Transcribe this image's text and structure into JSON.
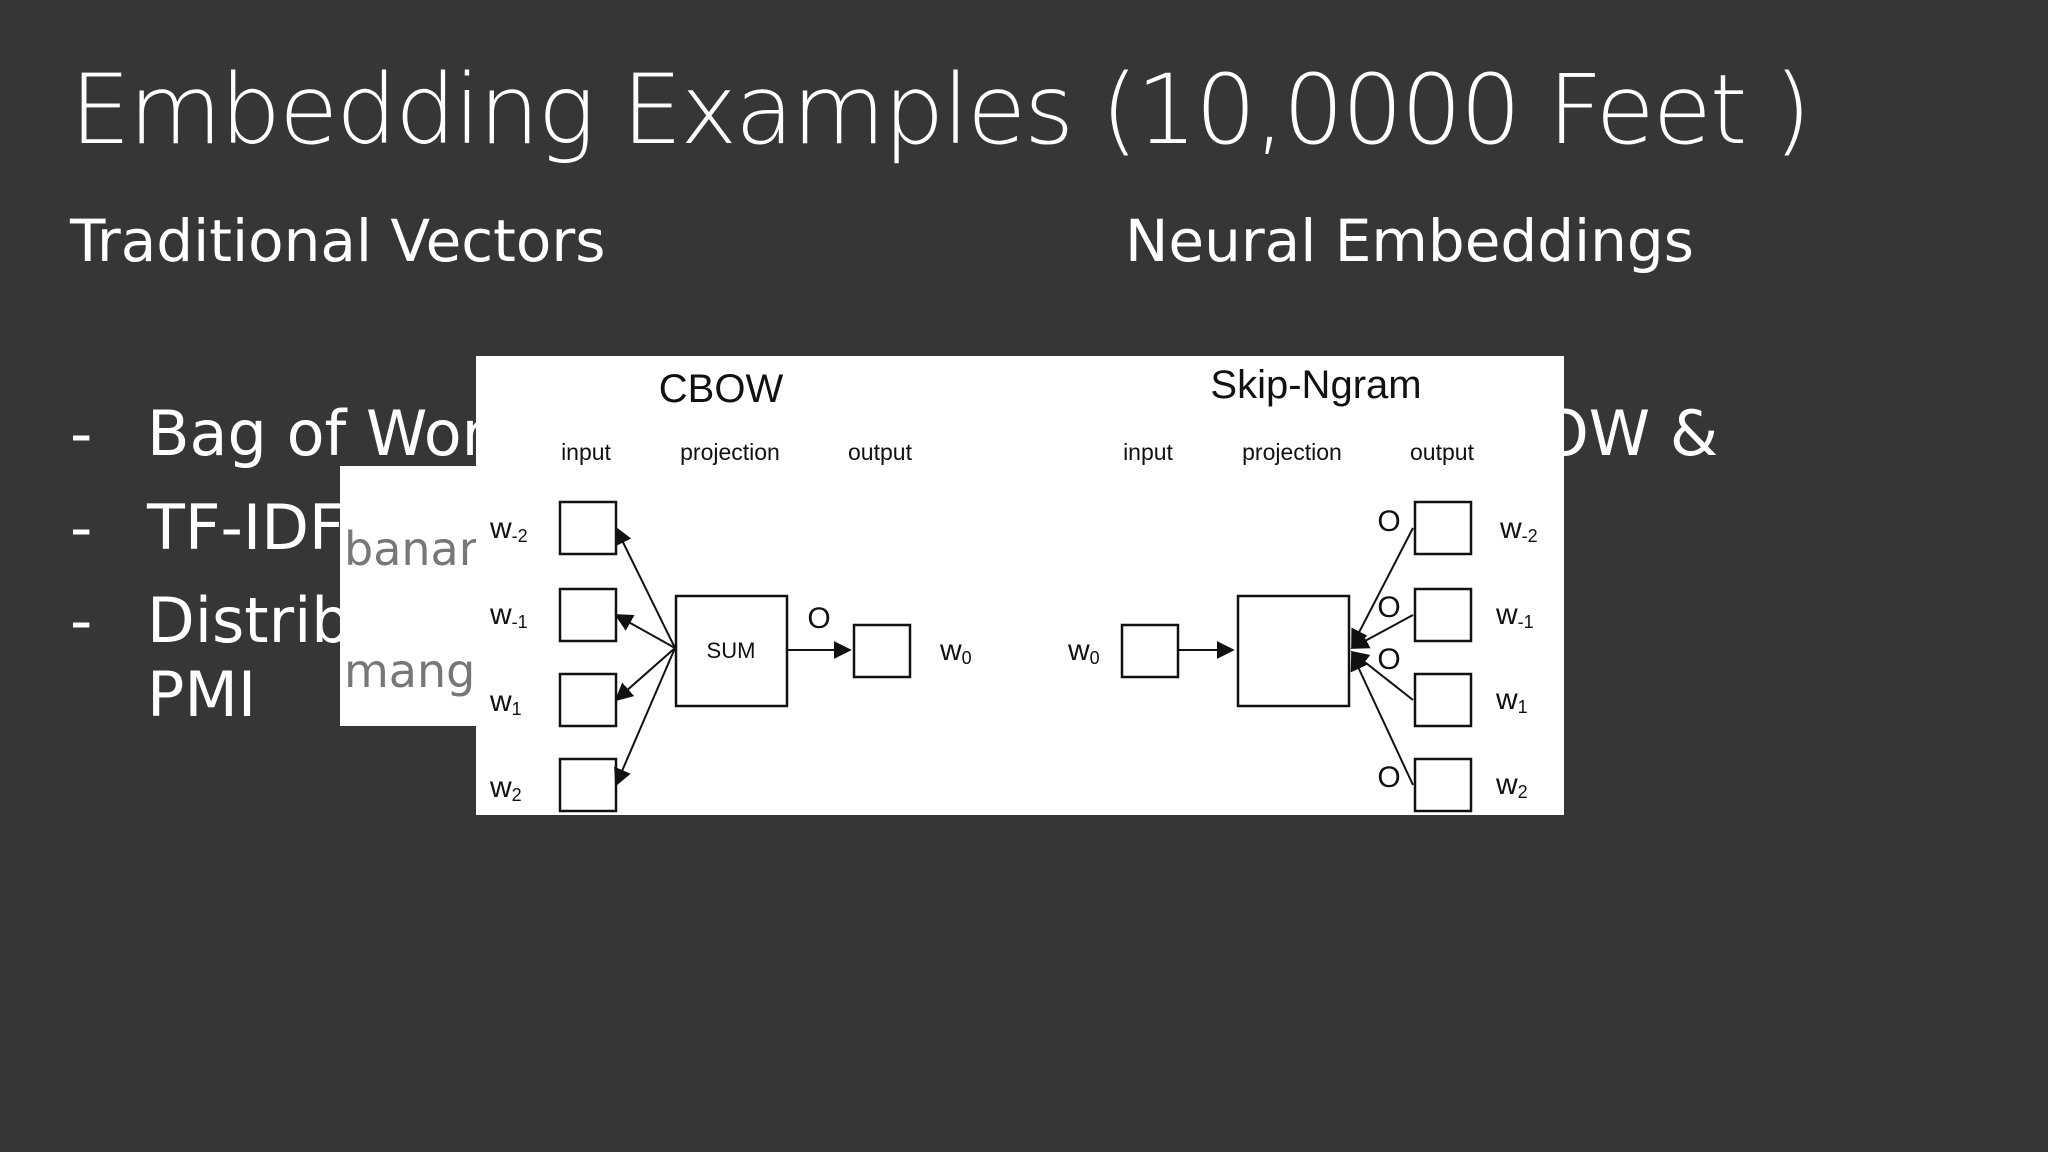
{
  "slide": {
    "title": "Embedding Examples (10,0000 Feet )",
    "left_heading": "Traditional Vectors",
    "right_heading": "Neural Embeddings",
    "bullet_dash": "-",
    "left_bullets": [
      {
        "text": "Bag of Word"
      },
      {
        "text": "TF-IDF"
      },
      {
        "text": "Distribu",
        "continuation": "PMI"
      }
    ],
    "right_fragments": [
      "OW &"
    ]
  },
  "inset": {
    "words": [
      "banana",
      "mango"
    ]
  },
  "diagram": {
    "cbow": {
      "title": "CBOW",
      "col_input": "input",
      "col_projection": "projection",
      "col_output": "output",
      "inputs": [
        {
          "base": "w",
          "sub": "-2"
        },
        {
          "base": "w",
          "sub": "-1"
        },
        {
          "base": "w",
          "sub": "1"
        },
        {
          "base": "w",
          "sub": "2"
        }
      ],
      "projection_label": "SUM",
      "output": {
        "base": "w",
        "sub": "0"
      },
      "o_label": "O"
    },
    "skip": {
      "title": "Skip-Ngram",
      "col_input": "input",
      "col_projection": "projection",
      "col_output": "output",
      "input": {
        "base": "w",
        "sub": "0"
      },
      "outputs": [
        {
          "base": "w",
          "sub": "-2"
        },
        {
          "base": "w",
          "sub": "-1"
        },
        {
          "base": "w",
          "sub": "1"
        },
        {
          "base": "w",
          "sub": "2"
        }
      ],
      "o_label": "O"
    }
  }
}
